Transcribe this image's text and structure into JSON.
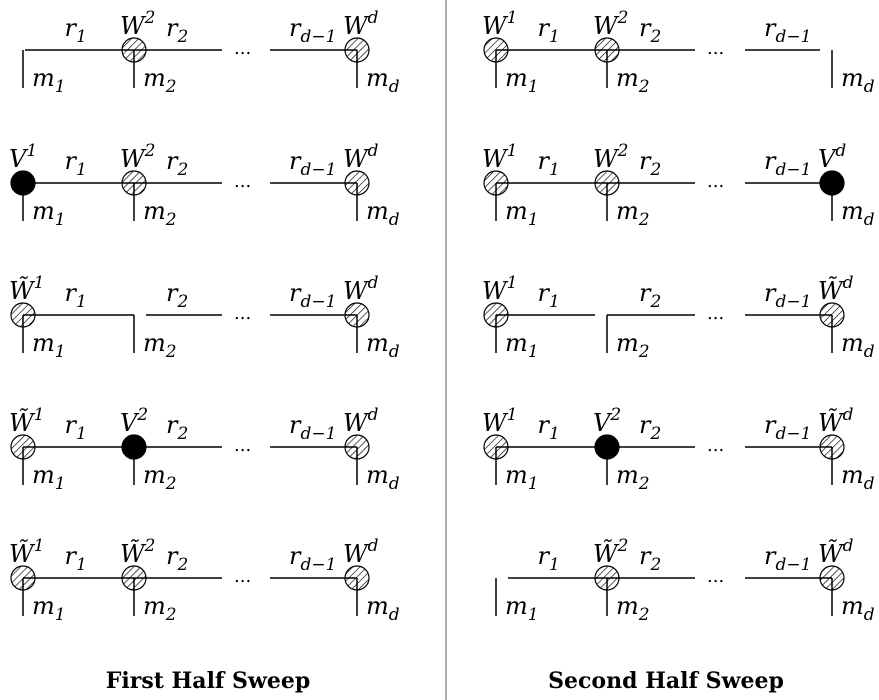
{
  "captions": {
    "left": "First Half Sweep",
    "right": "Second Half Sweep"
  },
  "dots": "...",
  "colors": {
    "ink": "#000000",
    "background": "#ffffff",
    "divider": "#777777"
  },
  "rank_labels": [
    {
      "base": "r",
      "sub": "1"
    },
    {
      "base": "r",
      "sub": "2"
    },
    {
      "base": "r",
      "sub": "d−1"
    }
  ],
  "mode_labels": [
    {
      "base": "m",
      "sub": "1"
    },
    {
      "base": "m",
      "sub": "2"
    },
    {
      "base": "m",
      "sub": "d"
    }
  ],
  "panels": [
    {
      "side": "left",
      "rows": [
        {
          "nodes": [
            {
              "label": "",
              "sup": "",
              "fill": "none"
            },
            {
              "label": "W",
              "sup": "2",
              "fill": "hatched"
            },
            {
              "label": "W",
              "sup": "d",
              "fill": "hatched"
            }
          ],
          "bonds": [
            "open-left",
            "connected",
            "connected"
          ]
        },
        {
          "nodes": [
            {
              "label": "V",
              "sup": "1",
              "fill": "solid"
            },
            {
              "label": "W",
              "sup": "2",
              "fill": "hatched"
            },
            {
              "label": "W",
              "sup": "d",
              "fill": "hatched"
            }
          ],
          "bonds": [
            "connected",
            "connected",
            "connected"
          ]
        },
        {
          "nodes": [
            {
              "label": "W̃",
              "sup": "1",
              "fill": "hatched"
            },
            {
              "label": "",
              "sup": "",
              "fill": "none"
            },
            {
              "label": "W",
              "sup": "d",
              "fill": "hatched"
            }
          ],
          "bonds": [
            "connected",
            "open-left",
            "connected"
          ]
        },
        {
          "nodes": [
            {
              "label": "W̃",
              "sup": "1",
              "fill": "hatched"
            },
            {
              "label": "V",
              "sup": "2",
              "fill": "solid"
            },
            {
              "label": "W",
              "sup": "d",
              "fill": "hatched"
            }
          ],
          "bonds": [
            "connected",
            "connected",
            "connected"
          ]
        },
        {
          "nodes": [
            {
              "label": "W̃",
              "sup": "1",
              "fill": "hatched"
            },
            {
              "label": "W̃",
              "sup": "2",
              "fill": "hatched"
            },
            {
              "label": "W",
              "sup": "d",
              "fill": "hatched"
            }
          ],
          "bonds": [
            "connected",
            "connected",
            "connected"
          ]
        }
      ]
    },
    {
      "side": "right",
      "rows": [
        {
          "nodes": [
            {
              "label": "W",
              "sup": "1",
              "fill": "hatched"
            },
            {
              "label": "W",
              "sup": "2",
              "fill": "hatched"
            },
            {
              "label": "",
              "sup": "",
              "fill": "none"
            }
          ],
          "bonds": [
            "connected",
            "connected",
            "open-right"
          ]
        },
        {
          "nodes": [
            {
              "label": "W",
              "sup": "1",
              "fill": "hatched"
            },
            {
              "label": "W",
              "sup": "2",
              "fill": "hatched"
            },
            {
              "label": "V",
              "sup": "d",
              "fill": "solid"
            }
          ],
          "bonds": [
            "connected",
            "connected",
            "connected"
          ]
        },
        {
          "nodes": [
            {
              "label": "W",
              "sup": "1",
              "fill": "hatched"
            },
            {
              "label": "",
              "sup": "",
              "fill": "none"
            },
            {
              "label": "W̃",
              "sup": "d",
              "fill": "hatched"
            }
          ],
          "bonds": [
            "open-right",
            "connected",
            "connected"
          ]
        },
        {
          "nodes": [
            {
              "label": "W",
              "sup": "1",
              "fill": "hatched"
            },
            {
              "label": "V",
              "sup": "2",
              "fill": "solid"
            },
            {
              "label": "W̃",
              "sup": "d",
              "fill": "hatched"
            }
          ],
          "bonds": [
            "connected",
            "connected",
            "connected"
          ]
        },
        {
          "nodes": [
            {
              "label": "",
              "sup": "",
              "fill": "none"
            },
            {
              "label": "W̃",
              "sup": "2",
              "fill": "hatched"
            },
            {
              "label": "W̃",
              "sup": "d",
              "fill": "hatched"
            }
          ],
          "bonds": [
            "open-left",
            "connected",
            "connected"
          ]
        }
      ]
    }
  ]
}
